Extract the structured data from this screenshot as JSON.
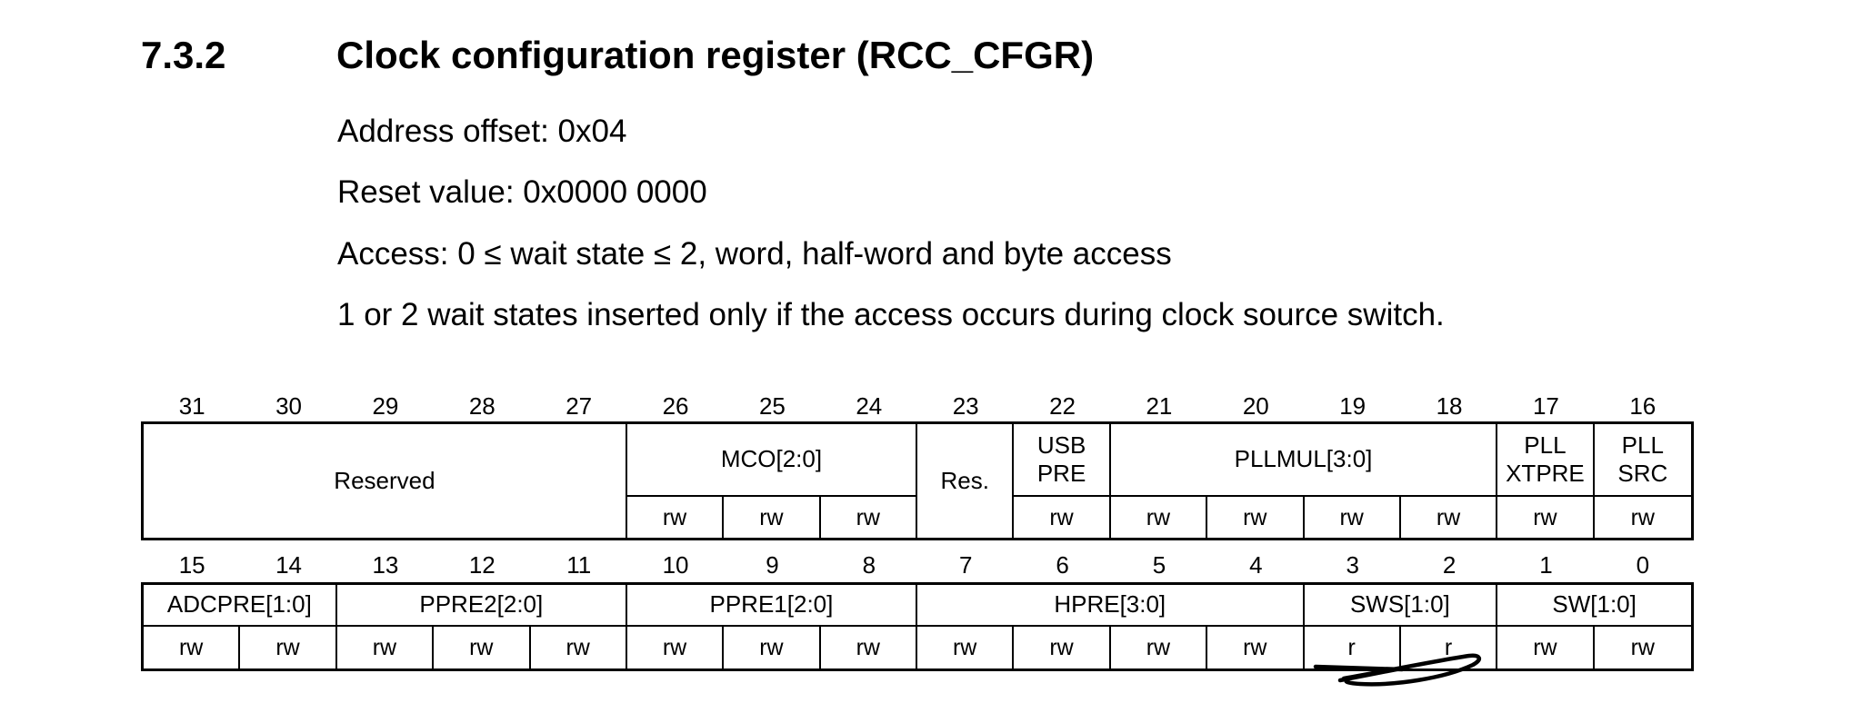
{
  "document": {
    "section_number": "7.3.2",
    "section_title": "Clock configuration register (RCC_CFGR)",
    "paragraphs": [
      "Address offset: 0x04",
      "Reset value: 0x0000 0000",
      "Access: 0 ≤ wait state ≤ 2, word, half-word and byte access",
      "1 or 2 wait states inserted only if the access occurs during clock source switch."
    ]
  },
  "register_diagram": {
    "bands": [
      {
        "bits": [
          "31",
          "30",
          "29",
          "28",
          "27",
          "26",
          "25",
          "24",
          "23",
          "22",
          "21",
          "20",
          "19",
          "18",
          "17",
          "16"
        ],
        "fields": [
          {
            "label": "Reserved",
            "span": 5,
            "merged": true
          },
          {
            "label": "MCO[2:0]",
            "span": 3,
            "access": [
              "rw",
              "rw",
              "rw"
            ]
          },
          {
            "label": "Res.",
            "span": 1,
            "merged": true
          },
          {
            "label": "USB\nPRE",
            "span": 1,
            "access": [
              "rw"
            ]
          },
          {
            "label": "PLLMUL[3:0]",
            "span": 4,
            "access": [
              "rw",
              "rw",
              "rw",
              "rw"
            ]
          },
          {
            "label": "PLL\nXTPRE",
            "span": 1,
            "access": [
              "rw"
            ]
          },
          {
            "label": "PLL\nSRC",
            "span": 1,
            "access": [
              "rw"
            ]
          }
        ]
      },
      {
        "bits": [
          "15",
          "14",
          "13",
          "12",
          "11",
          "10",
          "9",
          "8",
          "7",
          "6",
          "5",
          "4",
          "3",
          "2",
          "1",
          "0"
        ],
        "fields": [
          {
            "label": "ADCPRE[1:0]",
            "span": 2,
            "access": [
              "rw",
              "rw"
            ]
          },
          {
            "label": "PPRE2[2:0]",
            "span": 3,
            "access": [
              "rw",
              "rw",
              "rw"
            ]
          },
          {
            "label": "PPRE1[2:0]",
            "span": 3,
            "access": [
              "rw",
              "rw",
              "rw"
            ]
          },
          {
            "label": "HPRE[3:0]",
            "span": 4,
            "access": [
              "rw",
              "rw",
              "rw",
              "rw"
            ]
          },
          {
            "label": "SWS[1:0]",
            "span": 2,
            "access": [
              "r",
              "r"
            ]
          },
          {
            "label": "SW[1:0]",
            "span": 2,
            "access": [
              "rw",
              "rw"
            ]
          }
        ]
      }
    ],
    "annotation": {
      "type": "pen-scribble",
      "over": "SWS[1:0] access cells (bits 3:2)"
    }
  },
  "colors": {
    "background": "#ffffff",
    "text": "#000000",
    "table_border": "#000000",
    "annotation_ink": "#000000"
  }
}
